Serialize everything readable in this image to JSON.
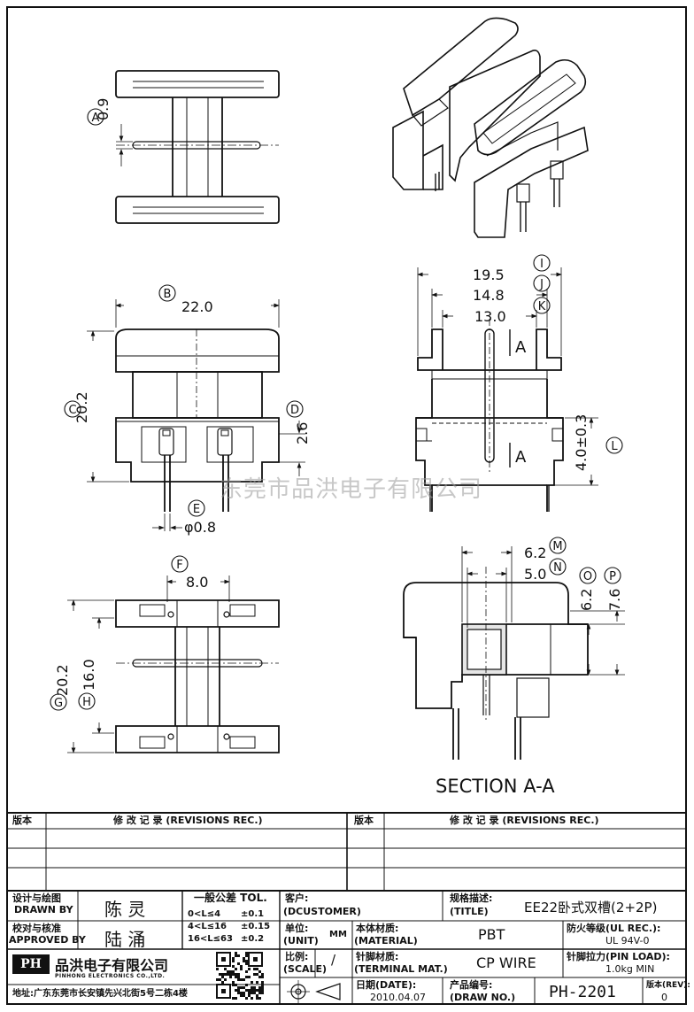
{
  "drawing": {
    "view1": {
      "dim_a": "0.9"
    },
    "view2": {
      "dim_b": "22.0",
      "dim_c": "20.2",
      "dim_d": "2.6",
      "dim_e": "φ0.8"
    },
    "view3": {
      "dim_f": "8.0",
      "dim_g": "20.2",
      "dim_h": "16.0"
    },
    "view4": {
      "dim_i": "19.5",
      "dim_j": "14.8",
      "dim_k": "13.0",
      "dim_l": "4.0±0.3",
      "section_mark": "A"
    },
    "view5": {
      "dim_m": "6.2",
      "dim_n": "5.0",
      "dim_o": "6.2",
      "dim_p": "7.6",
      "caption": "SECTION A-A"
    },
    "callouts": [
      "A",
      "B",
      "C",
      "D",
      "E",
      "F",
      "G",
      "H",
      "I",
      "J",
      "K",
      "L",
      "M",
      "N",
      "O",
      "P"
    ]
  },
  "watermark": "东莞市品洪电子有限公司",
  "revisions": {
    "col_version": "版本",
    "col_record": "修 改 记 录 (REVISIONS REC.)"
  },
  "title_block": {
    "designer_label_cn": "设计与绘图",
    "designer_label_en": "DRAWN BY",
    "designer": "陈 灵",
    "approver_label_cn": "校对与核准",
    "approver_label_en": "APPROVED BY",
    "approver": "陆 涌",
    "tol_title": "一般公差 TOL.",
    "tol_rows": [
      {
        "range": "0<L≤4",
        "value": "±0.1"
      },
      {
        "range": "4<L≤16",
        "value": "±0.15"
      },
      {
        "range": "16<L≤63",
        "value": "±0.2"
      }
    ],
    "customer_label": "客户:",
    "customer_en": "(DCUSTOMER)",
    "title_label_cn": "规格描述:",
    "title_label_en": "(TITLE)",
    "title": "EE22卧式双槽(2+2P)",
    "unit_label_cn": "单位:",
    "unit_label_en": "(UNIT)",
    "unit": "MM",
    "material_label_cn": "本体材质:",
    "material_label_en": "(MATERIAL)",
    "material": "PBT",
    "ul_label": "防火等级(UL REC.):",
    "ul_value": "UL 94V-0",
    "scale_label_cn": "比例:",
    "scale_label_en": "(SCALE)",
    "scale": "/",
    "terminal_label_cn": "针脚材质:",
    "terminal_label_en": "(TERMINAL MAT.)",
    "terminal": "CP WIRE",
    "pinload_label": "针脚拉力(PIN LOAD):",
    "pinload_value": "1.0kg MIN",
    "date_label_cn": "日期(DATE):",
    "date": "2010.04.07",
    "drawno_label_cn": "产品编号:",
    "drawno_label_en": "(DRAW NO.)",
    "drawno": "PH-2201",
    "rev_label_cn": "版本(REV):",
    "rev": "0",
    "company_logo": "PH",
    "company_cn": "品洪电子有限公司",
    "company_en": "PINHONG ELECTRONICS CO.,LTD.",
    "address": "地址:广东东莞市长安镇先兴北街5号二栋4楼"
  }
}
